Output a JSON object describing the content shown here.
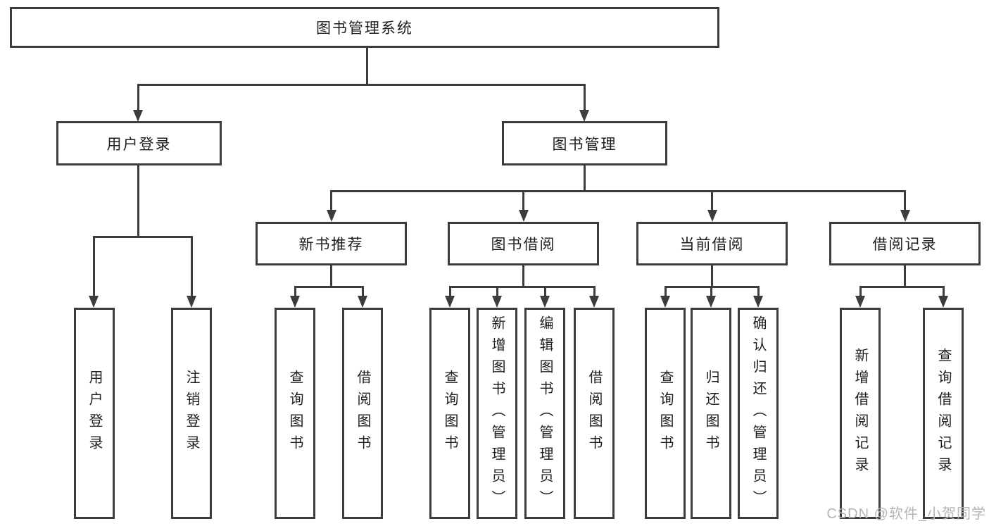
{
  "title": {
    "label": "图书管理系统"
  },
  "level2": {
    "user_login": {
      "label": "用户登录"
    },
    "book_mgmt": {
      "label": "图书管理"
    }
  },
  "level3": {
    "new_books": {
      "label": "新书推荐"
    },
    "borrowing": {
      "label": "图书借阅"
    },
    "current": {
      "label": "当前借阅"
    },
    "records": {
      "label": "借阅记录"
    }
  },
  "leaves": {
    "user_login_1": "用户登录",
    "user_login_2": "注销登录",
    "new_books_1": "查询图书",
    "new_books_2": "借阅图书",
    "borrowing_1": "查询图书",
    "borrowing_2": "新增图书（管理员）",
    "borrowing_3": "编辑图书（管理员）",
    "borrowing_4": "借阅图书",
    "current_1": "查询图书",
    "current_2": "归还图书",
    "current_3": "确认归还（管理员）",
    "records_1": "新增借阅记录",
    "records_2": "查询借阅记录"
  },
  "watermark": {
    "text": "CSDN @软件_小贺同学"
  },
  "colors": {
    "line": "#3c3c3c",
    "text": "#1e1e1e",
    "watermark": "#b5b5b5",
    "background": "#ffffff"
  }
}
